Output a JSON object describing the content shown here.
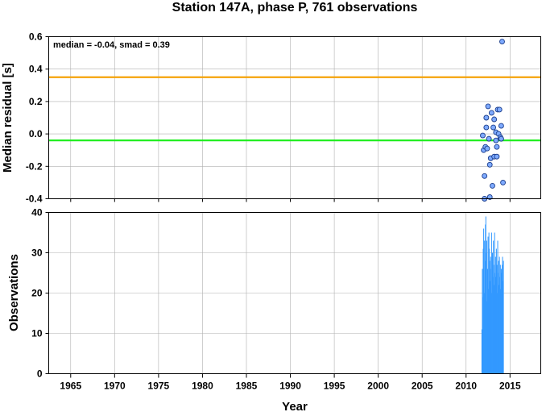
{
  "chart_data": [
    {
      "type": "scatter",
      "title": "Station 147A, phase P, 761 observations",
      "ylabel": "Median residual [s]",
      "annotation": "median = -0.04, smad = 0.39",
      "xlim": [
        1962.5,
        2018.5
      ],
      "ylim": [
        -0.4,
        0.6
      ],
      "x_ticks": [
        1965,
        1970,
        1975,
        1980,
        1985,
        1990,
        1995,
        2000,
        2005,
        2010,
        2015
      ],
      "y_ticks": [
        "0.6",
        "0.4",
        "0.2",
        "0.0",
        "-0.2",
        "-0.4"
      ],
      "grid": true,
      "lines": [
        {
          "name": "median",
          "y": -0.04,
          "color": "#22ee22"
        },
        {
          "name": "median + smad",
          "y": 0.35,
          "color": "#f5a30a"
        }
      ],
      "marker_color": "#7eaaff",
      "points": [
        {
          "x": 2011.9,
          "y": -0.01
        },
        {
          "x": 2012.0,
          "y": -0.1
        },
        {
          "x": 2012.1,
          "y": -0.26
        },
        {
          "x": 2012.1,
          "y": -0.4
        },
        {
          "x": 2012.2,
          "y": -0.08
        },
        {
          "x": 2012.3,
          "y": 0.04
        },
        {
          "x": 2012.3,
          "y": 0.1
        },
        {
          "x": 2012.4,
          "y": -0.09
        },
        {
          "x": 2012.5,
          "y": 0.17
        },
        {
          "x": 2012.6,
          "y": -0.03
        },
        {
          "x": 2012.7,
          "y": -0.39
        },
        {
          "x": 2012.7,
          "y": -0.19
        },
        {
          "x": 2012.8,
          "y": -0.15
        },
        {
          "x": 2012.9,
          "y": 0.13
        },
        {
          "x": 2013.0,
          "y": -0.32
        },
        {
          "x": 2013.1,
          "y": 0.04
        },
        {
          "x": 2013.2,
          "y": 0.09
        },
        {
          "x": 2013.2,
          "y": -0.14
        },
        {
          "x": 2013.4,
          "y": -0.04
        },
        {
          "x": 2013.4,
          "y": 0.01
        },
        {
          "x": 2013.5,
          "y": -0.14
        },
        {
          "x": 2013.5,
          "y": -0.08
        },
        {
          "x": 2013.6,
          "y": 0.15
        },
        {
          "x": 2013.7,
          "y": 0.0
        },
        {
          "x": 2013.8,
          "y": 0.15
        },
        {
          "x": 2013.9,
          "y": -0.02
        },
        {
          "x": 2014.0,
          "y": 0.05
        },
        {
          "x": 2014.0,
          "y": -0.03
        },
        {
          "x": 2014.1,
          "y": 0.57
        },
        {
          "x": 2014.2,
          "y": -0.3
        }
      ]
    },
    {
      "type": "bar",
      "ylabel": "Observations",
      "xlabel": "Year",
      "xlim": [
        1962.5,
        2018.5
      ],
      "ylim": [
        0,
        40
      ],
      "x_ticks": [
        "1965",
        "1970",
        "1975",
        "1980",
        "1985",
        "1990",
        "1995",
        "2000",
        "2005",
        "2010",
        "2015"
      ],
      "y_ticks": [
        "0",
        "10",
        "20",
        "30",
        "40"
      ],
      "grid": true,
      "bar_color": "#3399ff",
      "x": [
        2011.8,
        2011.85,
        2011.9,
        2011.95,
        2012.0,
        2012.05,
        2012.1,
        2012.15,
        2012.2,
        2012.25,
        2012.3,
        2012.35,
        2012.4,
        2012.45,
        2012.5,
        2012.55,
        2012.6,
        2012.65,
        2012.7,
        2012.75,
        2012.8,
        2012.85,
        2012.9,
        2012.95,
        2013.0,
        2013.05,
        2013.1,
        2013.15,
        2013.2,
        2013.25,
        2013.3,
        2013.35,
        2013.4,
        2013.45,
        2013.5,
        2013.55,
        2013.6,
        2013.65,
        2013.7,
        2013.75,
        2013.8,
        2013.85,
        2013.9,
        2013.95,
        2014.0,
        2014.05,
        2014.1,
        2014.15,
        2014.2,
        2014.25
      ],
      "values": [
        11,
        26,
        19,
        31,
        36,
        20,
        33,
        28,
        37,
        39,
        30,
        33,
        18,
        26,
        34,
        21,
        35,
        31,
        28,
        23,
        29,
        26,
        35,
        20,
        30,
        24,
        33,
        27,
        22,
        35,
        25,
        29,
        24,
        31,
        27,
        20,
        33,
        25,
        28,
        22,
        29,
        24,
        27,
        21,
        26,
        25,
        27,
        29,
        23,
        28
      ]
    }
  ]
}
